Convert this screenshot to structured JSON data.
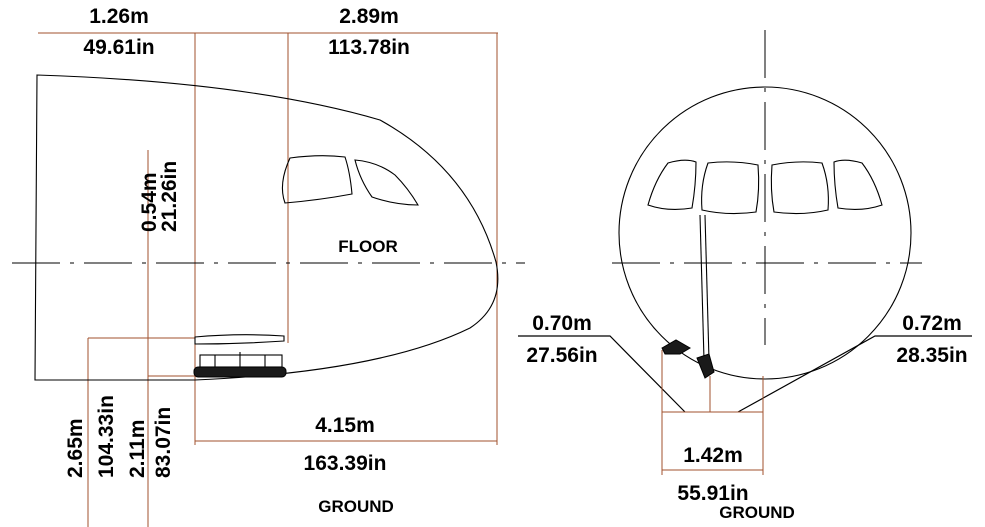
{
  "side_view": {
    "nose_to_door_m": "1.26m",
    "nose_to_door_in": "49.61in",
    "door_to_gear_m": "2.89m",
    "door_to_gear_in": "113.78in",
    "floor_height_m": "0.54m",
    "floor_height_in": "21.26in",
    "floor_label": "FLOOR",
    "total_m": "4.15m",
    "total_in": "163.39in",
    "ground_height_a_m": "2.65m",
    "ground_height_a_in": "104.33in",
    "ground_height_b_m": "2.11m",
    "ground_height_b_in": "83.07in",
    "ground_label": "GROUND"
  },
  "front_view": {
    "left_offset_m": "0.70m",
    "left_offset_in": "27.56in",
    "right_offset_m": "0.72m",
    "right_offset_in": "28.35in",
    "track_m": "1.42m",
    "track_in": "55.91in",
    "ground_label": "GROUND"
  }
}
